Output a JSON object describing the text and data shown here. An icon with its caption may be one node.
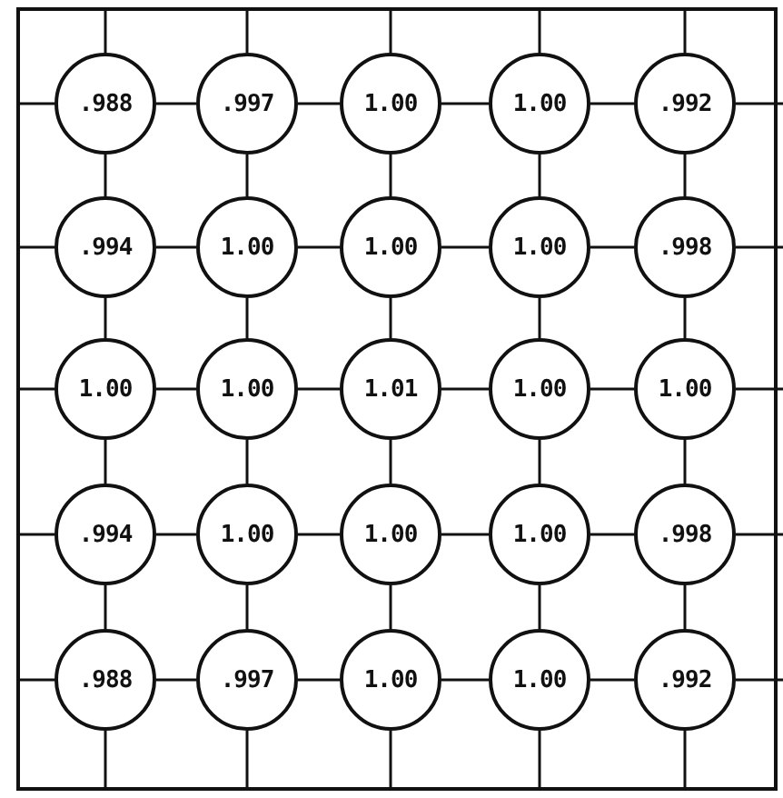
{
  "diagram": {
    "nodes": [
      {
        "text": [
          ".988"
        ]
      },
      {
        "text": [
          ".997"
        ]
      },
      {
        "text": [
          "1.00"
        ]
      },
      {
        "text": [
          "1.00"
        ]
      },
      {
        "text": [
          ".992"
        ]
      },
      {
        "text": [
          ".994"
        ]
      },
      {
        "text": [
          "1.00"
        ]
      },
      {
        "text": [
          "1.00"
        ]
      },
      {
        "text": [
          "1.00"
        ]
      },
      {
        "text": [
          ".998"
        ]
      },
      {
        "text": [
          "1.00"
        ]
      },
      {
        "text": [
          "1.00"
        ]
      },
      {
        "text": [
          "1.01"
        ]
      },
      {
        "text": [
          "1.00"
        ]
      },
      {
        "text": [
          "1.00"
        ]
      },
      {
        "text": [
          ".994"
        ]
      },
      {
        "text": [
          "1.00"
        ]
      },
      {
        "text": [
          "1.00"
        ]
      },
      {
        "text": [
          "1.00"
        ]
      },
      {
        "text": [
          ".998"
        ]
      },
      {
        "text": [
          ".988"
        ]
      },
      {
        "text": [
          ".997"
        ]
      },
      {
        "text": [
          "1.00"
        ]
      },
      {
        "text": [
          "1.00"
        ]
      },
      {
        "text": [
          ".992"
        ]
      }
    ],
    "edges": [
      {
        "from": 0,
        "to": 1,
        "arrow": "none"
      },
      {
        "from": 1,
        "to": 2,
        "arrow": "none"
      },
      {
        "from": 2,
        "to": 3,
        "arrow": "none"
      },
      {
        "from": 3,
        "to": 4,
        "arrow": "none"
      },
      {
        "from": 5,
        "to": 6,
        "arrow": "none"
      },
      {
        "from": 6,
        "to": 7,
        "arrow": "none"
      },
      {
        "from": 7,
        "to": 8,
        "arrow": "none"
      },
      {
        "from": 8,
        "to": 9,
        "arrow": "none"
      },
      {
        "from": 10,
        "to": 11,
        "arrow": "none"
      },
      {
        "from": 11,
        "to": 12,
        "arrow": "none"
      },
      {
        "from": 12,
        "to": 13,
        "arrow": "none"
      },
      {
        "from": 13,
        "to": 14,
        "arrow": "none"
      },
      {
        "from": 15,
        "to": 16,
        "arrow": "none"
      },
      {
        "from": 16,
        "to": 17,
        "arrow": "none"
      },
      {
        "from": 17,
        "to": 18,
        "arrow": "none"
      },
      {
        "from": 18,
        "to": 19,
        "arrow": "none"
      },
      {
        "from": 20,
        "to": 21,
        "arrow": "none"
      },
      {
        "from": 21,
        "to": 22,
        "arrow": "none"
      },
      {
        "from": 22,
        "to": 23,
        "arrow": "none"
      },
      {
        "from": 23,
        "to": 24,
        "arrow": "none"
      },
      {
        "from": 0,
        "to": 5,
        "arrow": "none"
      },
      {
        "from": 5,
        "to": 10,
        "arrow": "none"
      },
      {
        "from": 10,
        "to": 15,
        "arrow": "none"
      },
      {
        "from": 15,
        "to": 20,
        "arrow": "none"
      },
      {
        "from": 1,
        "to": 6,
        "arrow": "none"
      },
      {
        "from": 6,
        "to": 11,
        "arrow": "none"
      },
      {
        "from": 11,
        "to": 16,
        "arrow": "none"
      },
      {
        "from": 16,
        "to": 21,
        "arrow": "none"
      },
      {
        "from": 2,
        "to": 7,
        "arrow": "none"
      },
      {
        "from": 7,
        "to": 12,
        "arrow": "none"
      },
      {
        "from": 12,
        "to": 17,
        "arrow": "none"
      },
      {
        "from": 17,
        "to": 22,
        "arrow": "none"
      },
      {
        "from": 3,
        "to": 8,
        "arrow": "none"
      },
      {
        "from": 8,
        "to": 13,
        "arrow": "none"
      },
      {
        "from": 13,
        "to": 18,
        "arrow": "none"
      },
      {
        "from": 18,
        "to": 23,
        "arrow": "none"
      },
      {
        "from": 4,
        "to": 9,
        "arrow": "none"
      },
      {
        "from": 9,
        "to": 14,
        "arrow": "none"
      },
      {
        "from": 14,
        "to": 19,
        "arrow": "none"
      },
      {
        "from": 19,
        "to": 24,
        "arrow": "none"
      },
      {
        "from": 0,
        "to": null,
        "arrow": "none"
      },
      {
        "from": 1,
        "to": null,
        "arrow": "none"
      },
      {
        "from": 2,
        "to": null,
        "arrow": "none"
      },
      {
        "from": 3,
        "to": null,
        "arrow": "none"
      },
      {
        "from": 4,
        "to": null,
        "arrow": "none"
      },
      {
        "from": 0,
        "to": null,
        "arrow": "none"
      },
      {
        "from": 5,
        "to": null,
        "arrow": "none"
      },
      {
        "from": 10,
        "to": null,
        "arrow": "none"
      },
      {
        "from": 15,
        "to": null,
        "arrow": "none"
      },
      {
        "from": 20,
        "to": null,
        "arrow": "none"
      },
      {
        "from": 4,
        "to": null,
        "arrow": "none"
      },
      {
        "from": 9,
        "to": null,
        "arrow": "none"
      },
      {
        "from": 14,
        "to": null,
        "arrow": "none"
      },
      {
        "from": 19,
        "to": null,
        "arrow": "none"
      },
      {
        "from": 24,
        "to": null,
        "arrow": "none"
      },
      {
        "from": 20,
        "to": null,
        "arrow": "none"
      },
      {
        "from": 21,
        "to": null,
        "arrow": "none"
      },
      {
        "from": 22,
        "to": null,
        "arrow": "none"
      },
      {
        "from": 23,
        "to": null,
        "arrow": "none"
      },
      {
        "from": 24,
        "to": null,
        "arrow": "none"
      }
    ]
  }
}
